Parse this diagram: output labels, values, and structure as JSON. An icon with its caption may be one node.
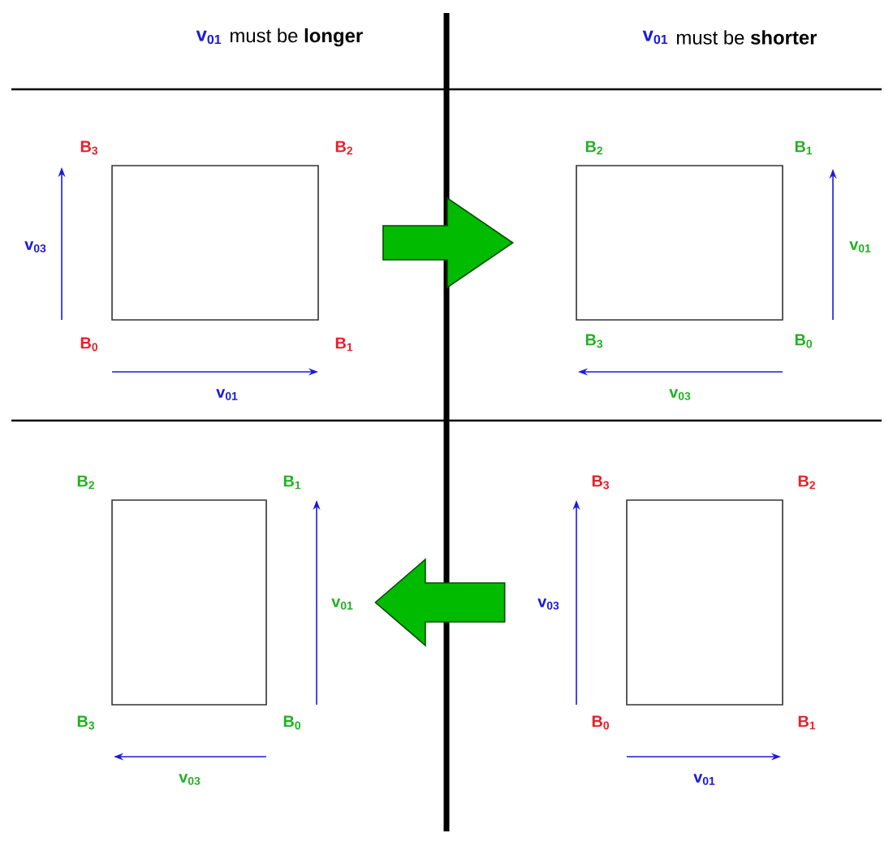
{
  "diagram": {
    "nodes": [
      {
        "text": [],
        "shape": "box",
        "beside": [
          "B$_{3}$",
          "B$_{2}$",
          "B$_{0}$",
          "B$_{1}$"
        ]
      },
      {
        "text": [],
        "shape": "box",
        "beside": [
          "B$_{2}$",
          "B$_{1}$",
          "B$_{3}$",
          "B$_{0}$"
        ]
      },
      {
        "text": [],
        "shape": "box",
        "beside": [
          "B$_{2}$",
          "B$_{1}$",
          "B$_{3}$",
          "B$_{0}$"
        ]
      },
      {
        "text": [],
        "shape": "box",
        "beside": [
          "B$_{3}$",
          "B$_{2}$",
          "B$_{0}$",
          "B$_{1}$"
        ]
      }
    ],
    "edges": [
      {
        "from": 0,
        "to": 1,
        "arrow": "to"
      },
      {
        "from": 3,
        "to": 2,
        "arrow": "to"
      }
    ],
    "labels": [
      "v$_{01}$",
      "must be **longer**",
      "v$_{01}$",
      "must be **shorter**",
      "v$_{03}$",
      "v$_{01}$",
      "v$_{01}$",
      "v$_{03}$",
      "v$_{01}$",
      "v$_{03}$",
      "v$_{03}$",
      "v$_{01}$"
    ]
  }
}
